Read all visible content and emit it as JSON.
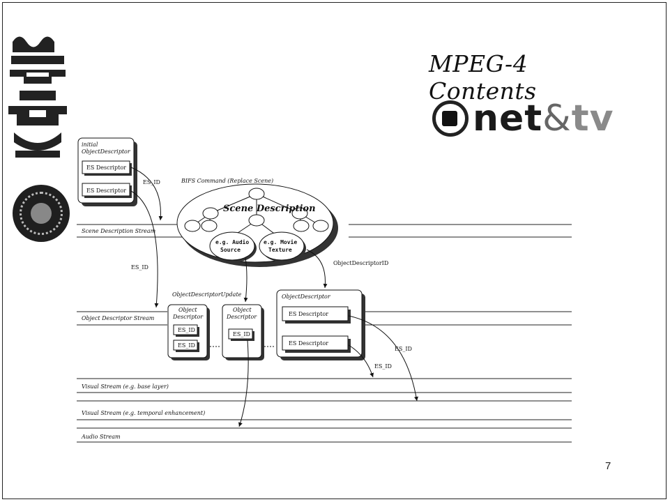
{
  "slide": {
    "title": "MPEG-4 Contents",
    "page_number": "7",
    "logo": {
      "text": "net",
      "amp": "&",
      "tv": "tv"
    }
  },
  "diagram": {
    "initial_od": {
      "title1": "initial",
      "title2": "ObjectDescriptor",
      "es1": "ES Descriptor",
      "es2": "ES Descriptor"
    },
    "es_id": "ES_ID",
    "bifs_label": "BIFS Command (Replace Scene)",
    "scene_label": "Scene Description",
    "audio_node": {
      "l1": "e.g. Audio",
      "l2": "Source"
    },
    "movie_node": {
      "l1": "e.g. Movie",
      "l2": "Texture"
    },
    "od_id_label": "ObjectDescriptorID",
    "od_update_label": "ObjectDescriptorUpdate",
    "od_small": {
      "l1": "Object",
      "l2": "Descriptor",
      "es": "ES_ID"
    },
    "od_big": {
      "title": "ObjectDescriptor",
      "es1": "ES Descriptor",
      "es2": "ES Descriptor"
    },
    "streams": {
      "scene": "Scene Description Stream",
      "od": "Object Descriptor Stream",
      "visual_base": "Visual Stream (e.g. base layer)",
      "visual_enh": "Visual Stream (e.g. temporal enhancement)",
      "audio": "Audio Stream"
    }
  }
}
